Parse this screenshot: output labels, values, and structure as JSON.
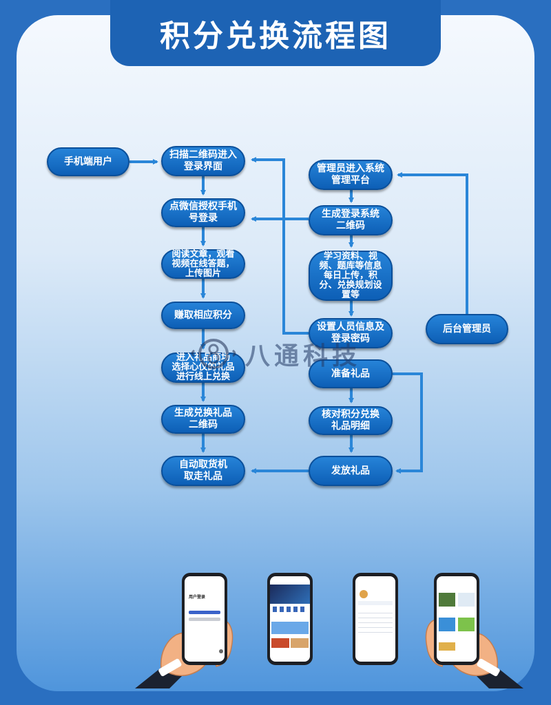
{
  "title": "积分兑换流程图",
  "colors": {
    "node_blue": "#0d5fb6",
    "arrow_blue": "#2a86d8",
    "frame_blue": "#2a6fc0",
    "title_blue": "#1d63b4"
  },
  "flow": {
    "left": {
      "mobile_user": "手机端用户",
      "scan_qr": "扫描二维码进入\n登录界面",
      "wechat_login": "点微信授权手机\n号登录",
      "read_articles": "阅读文章，观看\n视频在线答题，\n上传图片",
      "earn_points": "赚取相应积分",
      "enter_mall": "进入礼品商场\n选择心仪的礼品\n进行线上兑换",
      "gen_gift_qr": "生成兑换礼品\n二维码",
      "vending_pickup": "自动取货机\n取走礼品"
    },
    "right": {
      "admin_enter": "管理员进入系统\n管理平台",
      "gen_login_qr": "生成登录系统\n二维码",
      "upload_info": "学习资料、视\n频、题库等信息\n每日上传，积\n分、兑换规划设\n置等",
      "set_users": "设置人员信息及\n登录密码",
      "prepare_gifts": "准备礼品",
      "verify_points": "核对积分兑换\n礼品明细",
      "distribute_gifts": "发放礼品"
    },
    "backend_admin": "后台管理员"
  },
  "watermark": {
    "text": "八通科技",
    "logo_icon": "8-circle-logo-icon"
  },
  "phones": {
    "phone1": {
      "title": "用户登录"
    },
    "phone2": {
      "title": ""
    },
    "phone3": {
      "title": ""
    },
    "phone4": {
      "title": ""
    }
  }
}
